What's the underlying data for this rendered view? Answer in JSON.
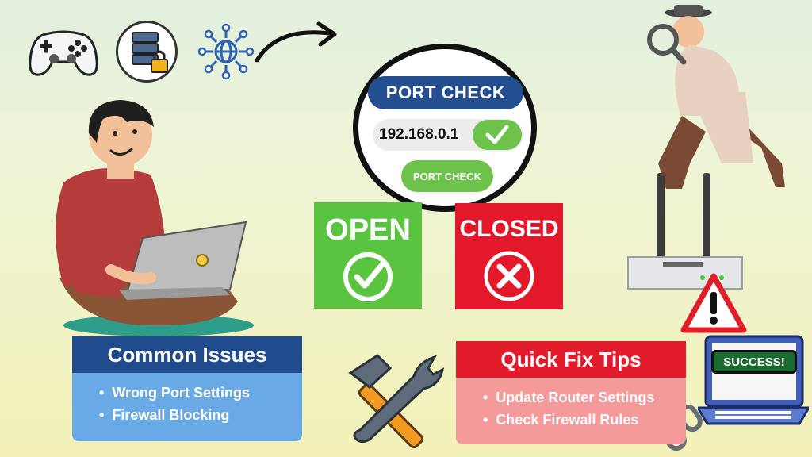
{
  "port_check": {
    "title": "PORT CHECK",
    "ip": "192.168.0.1",
    "button_label": "PORT CHECK"
  },
  "status": {
    "open_label": "OPEN",
    "closed_label": "CLOSED"
  },
  "common_issues": {
    "title": "Common Issues",
    "items": [
      "Wrong Port Settings",
      "Firewall Blocking"
    ]
  },
  "quick_fix": {
    "title": "Quick Fix Tips",
    "items": [
      "Update Router Settings",
      "Check Firewall Rules"
    ]
  },
  "laptop_screen": {
    "text": "SUCCESS!"
  },
  "icons": [
    "gamepad-icon",
    "server-lock-icon",
    "network-globe-icon",
    "arrow-icon",
    "hammer-wrench-icon",
    "warning-icon",
    "chain-link-icon"
  ],
  "colors": {
    "blue_dark": "#1f4b8c",
    "blue_light": "#69a9e6",
    "green": "#5ac33f",
    "red": "#e21b2c",
    "pink": "#f59a9a"
  }
}
